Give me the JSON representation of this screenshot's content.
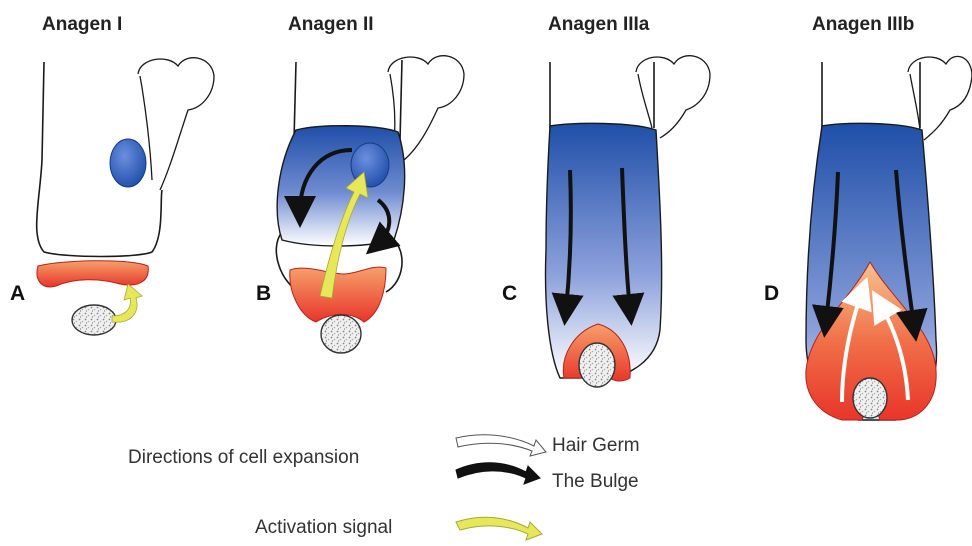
{
  "stages": [
    {
      "title": "Anagen I",
      "letter": "A"
    },
    {
      "title": "Anagen II",
      "letter": "B"
    },
    {
      "title": "Anagen IIIa",
      "letter": "C"
    },
    {
      "title": "Anagen IIIb",
      "letter": "D"
    }
  ],
  "legend": {
    "expansion_label": "Directions of cell expansion",
    "hair_germ_label": "Hair Germ",
    "bulge_label": "The Bulge",
    "activation_label": "Activation signal"
  },
  "colors": {
    "bulge_blue": "#1f4fa8",
    "hair_germ_red": "#e8352a",
    "hair_germ_orange": "#f6a06a",
    "activation_yellow": "#e6e85a"
  }
}
